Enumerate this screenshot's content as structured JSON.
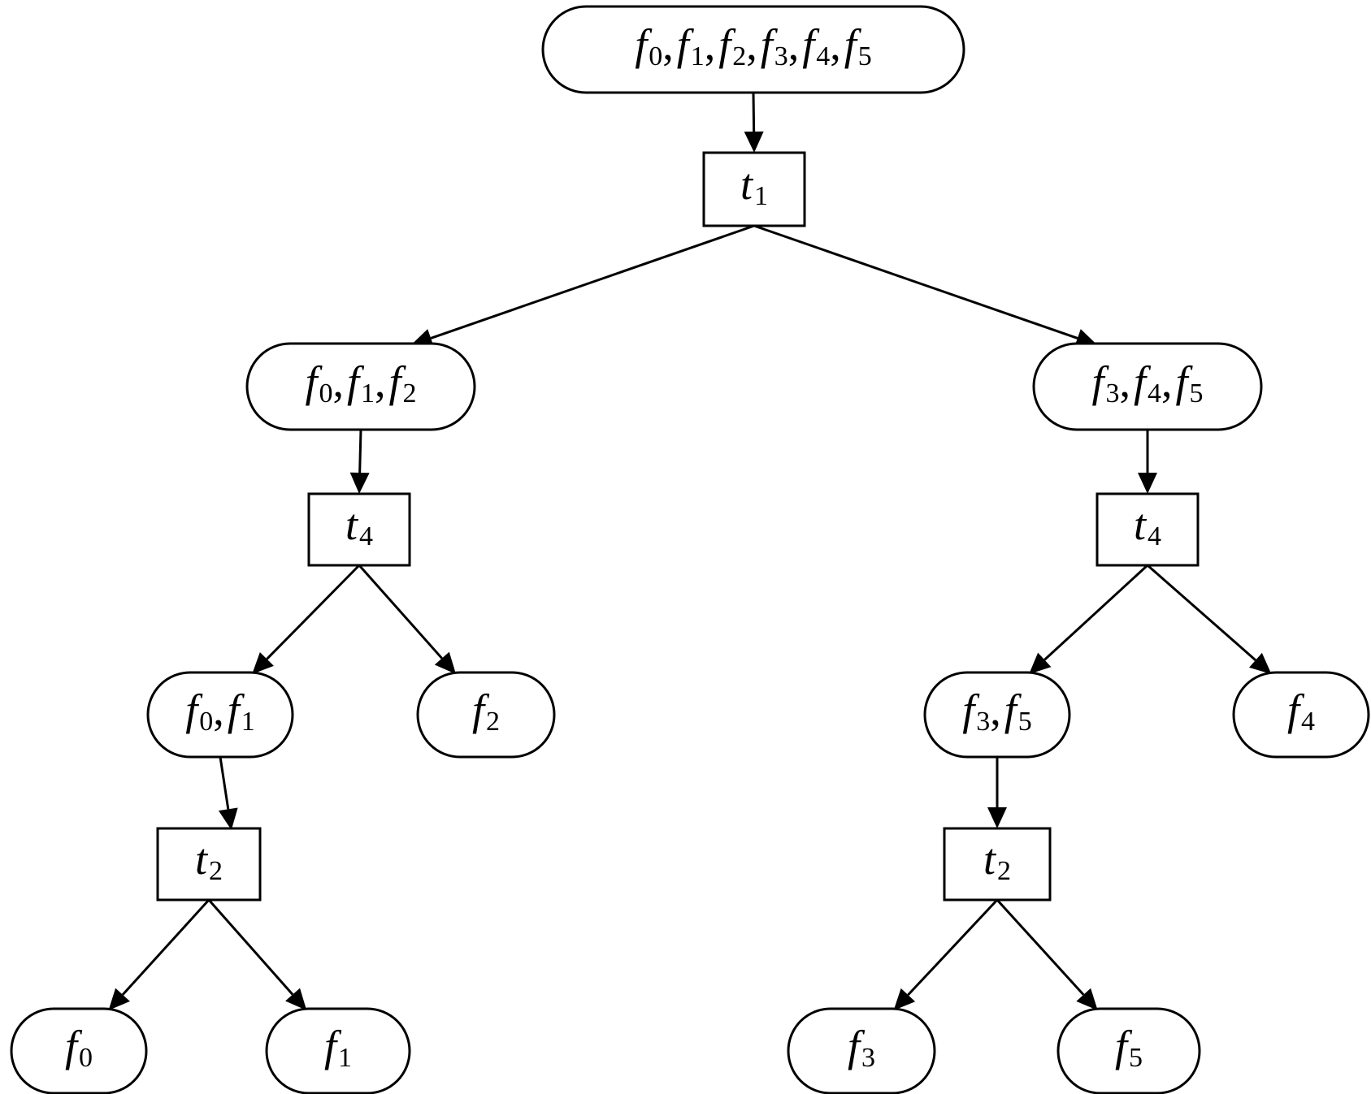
{
  "nodes": [
    {
      "id": "root",
      "kind": "set",
      "terms": [
        {
          "v": "f",
          "s": "0"
        },
        {
          "v": "f",
          "s": "1"
        },
        {
          "v": "f",
          "s": "2"
        },
        {
          "v": "f",
          "s": "3"
        },
        {
          "v": "f",
          "s": "4"
        },
        {
          "v": "f",
          "s": "5"
        }
      ]
    },
    {
      "id": "t1",
      "kind": "test",
      "terms": [
        {
          "v": "t",
          "s": "1"
        }
      ]
    },
    {
      "id": "left",
      "kind": "set",
      "terms": [
        {
          "v": "f",
          "s": "0"
        },
        {
          "v": "f",
          "s": "1"
        },
        {
          "v": "f",
          "s": "2"
        }
      ]
    },
    {
      "id": "right",
      "kind": "set",
      "terms": [
        {
          "v": "f",
          "s": "3"
        },
        {
          "v": "f",
          "s": "4"
        },
        {
          "v": "f",
          "s": "5"
        }
      ]
    },
    {
      "id": "t4L",
      "kind": "test",
      "terms": [
        {
          "v": "t",
          "s": "4"
        }
      ]
    },
    {
      "id": "t4R",
      "kind": "test",
      "terms": [
        {
          "v": "t",
          "s": "4"
        }
      ]
    },
    {
      "id": "f01",
      "kind": "set",
      "terms": [
        {
          "v": "f",
          "s": "0"
        },
        {
          "v": "f",
          "s": "1"
        }
      ]
    },
    {
      "id": "f2",
      "kind": "set",
      "terms": [
        {
          "v": "f",
          "s": "2"
        }
      ]
    },
    {
      "id": "f35",
      "kind": "set",
      "terms": [
        {
          "v": "f",
          "s": "3"
        },
        {
          "v": "f",
          "s": "5"
        }
      ]
    },
    {
      "id": "f4",
      "kind": "set",
      "terms": [
        {
          "v": "f",
          "s": "4"
        }
      ]
    },
    {
      "id": "t2L",
      "kind": "test",
      "terms": [
        {
          "v": "t",
          "s": "2"
        }
      ]
    },
    {
      "id": "t2R",
      "kind": "test",
      "terms": [
        {
          "v": "t",
          "s": "2"
        }
      ]
    },
    {
      "id": "f0",
      "kind": "set",
      "terms": [
        {
          "v": "f",
          "s": "0"
        }
      ]
    },
    {
      "id": "f1",
      "kind": "set",
      "terms": [
        {
          "v": "f",
          "s": "1"
        }
      ]
    },
    {
      "id": "f3",
      "kind": "set",
      "terms": [
        {
          "v": "f",
          "s": "3"
        }
      ]
    },
    {
      "id": "f5",
      "kind": "set",
      "terms": [
        {
          "v": "f",
          "s": "5"
        }
      ]
    }
  ],
  "edges": [
    {
      "from": "root",
      "to": "t1"
    },
    {
      "from": "t1",
      "to": "left"
    },
    {
      "from": "t1",
      "to": "right"
    },
    {
      "from": "left",
      "to": "t4L"
    },
    {
      "from": "right",
      "to": "t4R"
    },
    {
      "from": "t4L",
      "to": "f01"
    },
    {
      "from": "t4L",
      "to": "f2"
    },
    {
      "from": "t4R",
      "to": "f35"
    },
    {
      "from": "t4R",
      "to": "f4"
    },
    {
      "from": "f01",
      "to": "t2L"
    },
    {
      "from": "f35",
      "to": "t2R"
    },
    {
      "from": "t2L",
      "to": "f0"
    },
    {
      "from": "t2L",
      "to": "f1"
    },
    {
      "from": "t2R",
      "to": "f3"
    },
    {
      "from": "t2R",
      "to": "f5"
    }
  ],
  "separator": ","
}
